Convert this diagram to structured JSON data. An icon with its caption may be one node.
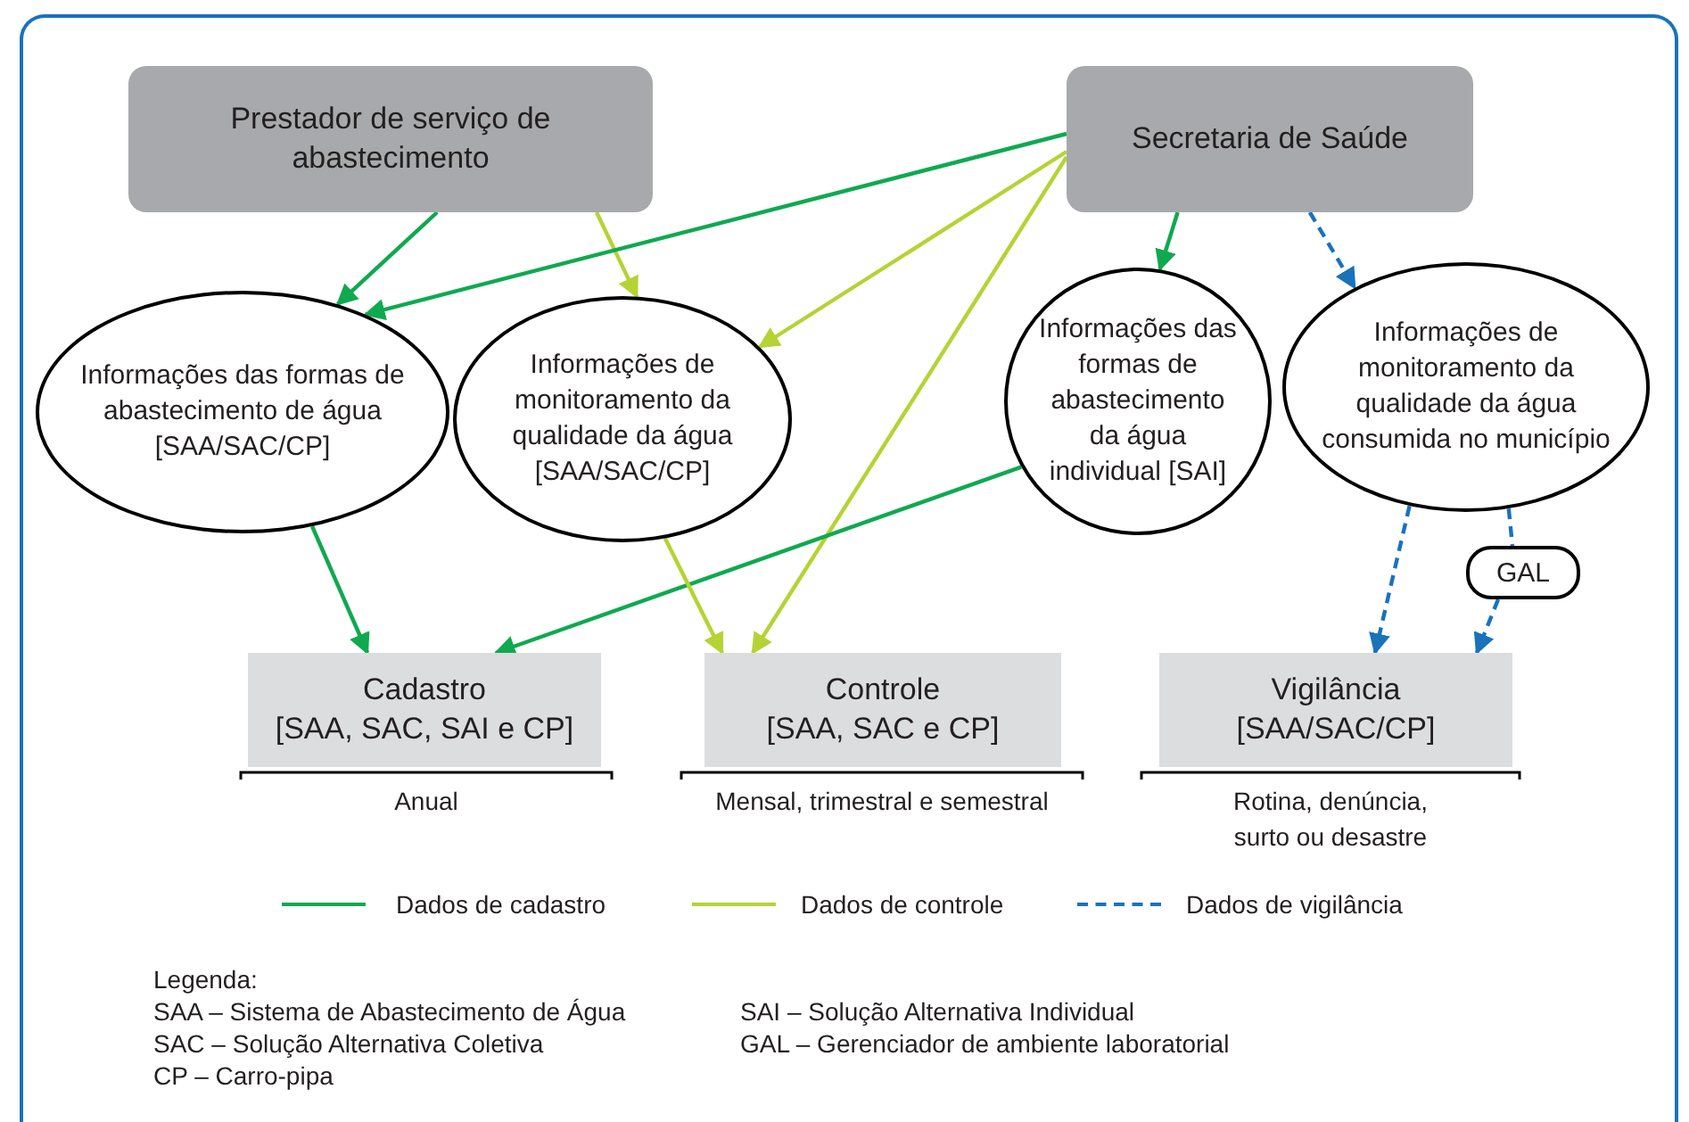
{
  "diagram": {
    "nodes": [
      {
        "text": [
          "Prestador de serviço de abastecimento"
        ]
      },
      {
        "text": [
          "Secretaria de Saúde"
        ]
      },
      {
        "text": [
          "Informações das formas de abastecimento de água [SAA/SAC/CP]"
        ]
      },
      {
        "text": [
          "Informações de monitoramento da qualidade da água [SAA/SAC/CP]"
        ]
      },
      {
        "text": [
          "Informações das formas de abastecimento da água individual [SAI]"
        ]
      },
      {
        "text": [
          "Informações de monitoramento da qualidade da água consumida no município"
        ]
      },
      {
        "text": [
          "GAL"
        ]
      },
      {
        "text": [
          "Cadastro",
          "[SAA, SAC, SAI e CP]"
        ],
        "beside": [
          "Anual"
        ]
      },
      {
        "text": [
          "Controle",
          "[SAA, SAC e CP]"
        ],
        "beside": [
          "Mensal, trimestral e semestral"
        ]
      },
      {
        "text": [
          "Vigilância",
          "[SAA/SAC/CP]"
        ],
        "beside": [
          "Rotina, denúncia, surto ou desastre"
        ]
      }
    ],
    "edges": [
      {
        "from": 0,
        "to": 2,
        "arrow": "to"
      },
      {
        "from": 0,
        "to": 3,
        "arrow": "to",
        "color": "#b5d334"
      },
      {
        "from": 1,
        "to": 2,
        "arrow": "to"
      },
      {
        "from": 1,
        "to": 3,
        "arrow": "to",
        "color": "#b5d334"
      },
      {
        "from": 1,
        "to": 8,
        "arrow": "to",
        "color": "#b5d334"
      },
      {
        "from": 1,
        "to": 4,
        "arrow": "to"
      },
      {
        "from": 1,
        "to": 5,
        "arrow": "to",
        "style": "dashed",
        "color": "#1a72bb"
      },
      {
        "from": 2,
        "to": 7,
        "arrow": "to"
      },
      {
        "from": 4,
        "to": 7,
        "arrow": "to"
      },
      {
        "from": 3,
        "to": 8,
        "arrow": "to",
        "color": "#b5d334"
      },
      {
        "from": 5,
        "to": 9,
        "arrow": "to",
        "style": "dashed",
        "color": "#1a72bb"
      },
      {
        "from": 5,
        "to": 6,
        "arrow": "none",
        "style": "dashed",
        "color": "#1a72bb"
      },
      {
        "from": 6,
        "to": 9,
        "arrow": "to",
        "style": "dashed",
        "color": "#1a72bb"
      }
    ],
    "labels": [
      "Legenda:",
      "SAA – Sistema de Abastecimento de Água",
      "SAI – Solução Alternativa Individual",
      "SAC – Solução Alternativa Coletiva",
      "GAL – Gerenciador de ambiente laboratorial",
      "CP – Carro-pipa"
    ],
    "legend": [
      {
        "text": "Dados de cadastro",
        "color": "#0fa950"
      },
      {
        "text": "Dados de controle",
        "color": "#b5d334"
      },
      {
        "text": "Dados de vigilância",
        "color": "#1a72bb"
      }
    ]
  }
}
